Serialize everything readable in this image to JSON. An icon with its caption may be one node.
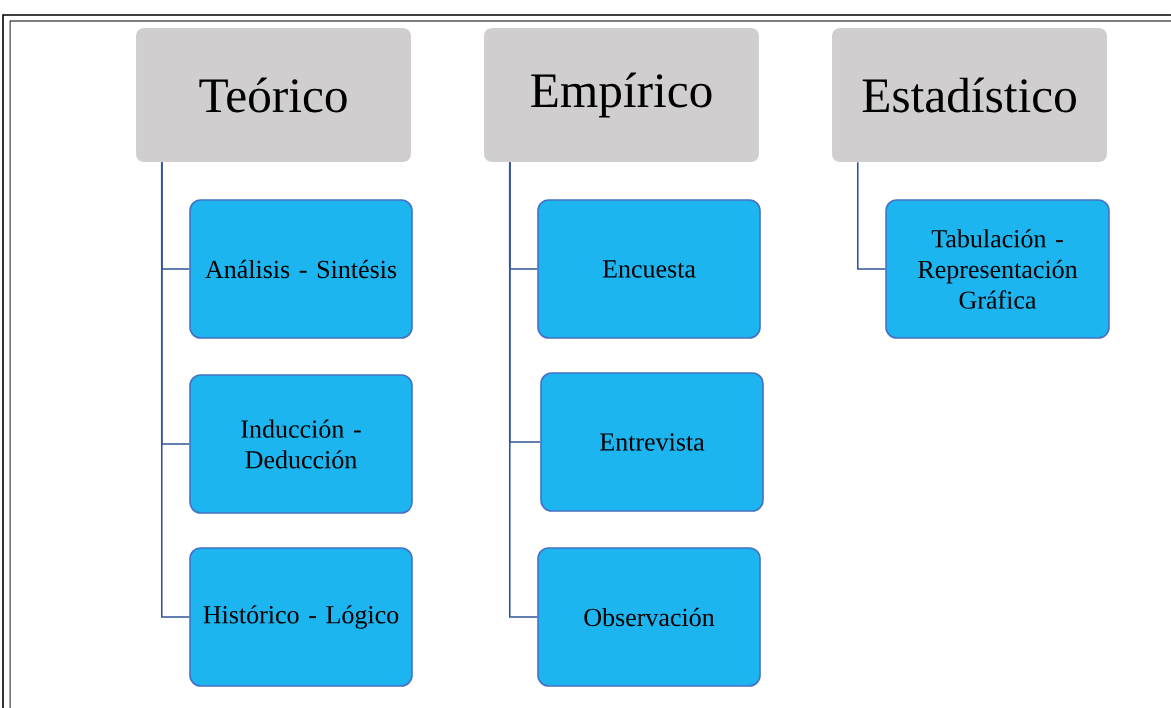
{
  "diagram": {
    "nodes": [
      {
        "text": [
          "Teórico"
        ]
      },
      {
        "text": [
          "Empírico"
        ]
      },
      {
        "text": [
          "Estadístico"
        ]
      },
      {
        "text": [
          "Análisis - Sintésis"
        ]
      },
      {
        "text": [
          "Inducción - Deducción"
        ]
      },
      {
        "text": [
          "Histórico - Lógico"
        ]
      },
      {
        "text": [
          "Encuesta"
        ]
      },
      {
        "text": [
          "Entrevista"
        ]
      },
      {
        "text": [
          "Observación"
        ]
      },
      {
        "text": [
          "Tabulación - Representación Gráfica"
        ]
      }
    ],
    "edges": [
      {
        "from": 0,
        "to": 3,
        "arrow": "none"
      },
      {
        "from": 0,
        "to": 4,
        "arrow": "none"
      },
      {
        "from": 0,
        "to": 5,
        "arrow": "none"
      },
      {
        "from": 1,
        "to": 6,
        "arrow": "none"
      },
      {
        "from": 1,
        "to": 7,
        "arrow": "none"
      },
      {
        "from": 1,
        "to": 8,
        "arrow": "none"
      },
      {
        "from": 2,
        "to": 9,
        "arrow": "none"
      }
    ]
  }
}
